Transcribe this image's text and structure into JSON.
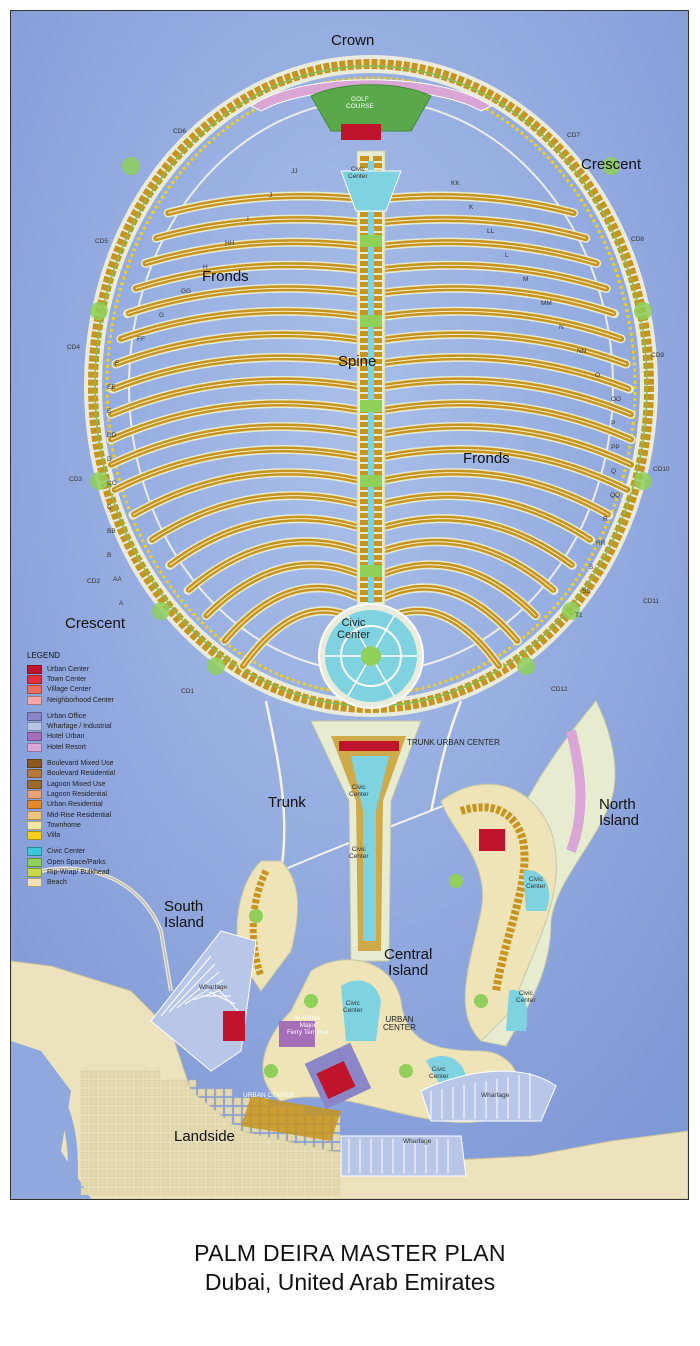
{
  "map": {
    "place_labels": [
      {
        "id": "crown",
        "text": "Crown"
      },
      {
        "id": "crescent-ne",
        "text": "Crescent"
      },
      {
        "id": "fronds-w",
        "text": "Fronds"
      },
      {
        "id": "spine",
        "text": "Spine"
      },
      {
        "id": "fronds-e",
        "text": "Fronds"
      },
      {
        "id": "crescent-sw",
        "text": "Crescent"
      },
      {
        "id": "trunk",
        "text": "Trunk"
      },
      {
        "id": "north-island",
        "text": "North\nIsland"
      },
      {
        "id": "south-island",
        "text": "South\nIsland"
      },
      {
        "id": "central-island",
        "text": "Central\nIsland"
      },
      {
        "id": "landside",
        "text": "Landside"
      }
    ],
    "civic_labels": [
      {
        "id": "civic-main",
        "text": "Civic\nCenter"
      },
      {
        "id": "civic-crown",
        "text": "Civic\nCenter"
      },
      {
        "id": "golf",
        "text": "GOLF\nCOURSE"
      },
      {
        "id": "civic-trunk1",
        "text": "Civic\nCenter"
      },
      {
        "id": "civic-trunk2",
        "text": "Civic\nCenter"
      },
      {
        "id": "civic-north",
        "text": "Civic\nCenter"
      },
      {
        "id": "civic-north2",
        "text": "Civic\nCenter"
      },
      {
        "id": "civic-central",
        "text": "Civic\nCenter"
      },
      {
        "id": "civic-east",
        "text": "Civic\nCenter"
      }
    ],
    "small_labels": [
      {
        "id": "trunk-urban",
        "text": "TRUNK URBAN CENTER"
      },
      {
        "id": "urban-center",
        "text": "URBAN\nCENTER"
      },
      {
        "id": "marina",
        "text": "MARINA\nMajor\nFerry Terminal"
      },
      {
        "id": "urban-center-s",
        "text": "URBAN CENTER"
      },
      {
        "id": "wharfage-w",
        "text": "Wharfage"
      },
      {
        "id": "wharfage-s",
        "text": "Wharfage"
      },
      {
        "id": "wharfage-e",
        "text": "Wharfage"
      }
    ],
    "frond_tags": {
      "left": [
        "JJ",
        "J",
        "I",
        "HH",
        "H",
        "GG",
        "G",
        "FF",
        "F",
        "EE",
        "E",
        "DD",
        "D",
        "CC",
        "C",
        "BB",
        "B",
        "AA",
        "A"
      ],
      "right": [
        "KK",
        "K",
        "LL",
        "L",
        "M",
        "MM",
        "N",
        "NN",
        "O",
        "OO",
        "P",
        "PP",
        "Q",
        "QQ",
        "R",
        "RR",
        "S",
        "SS",
        "T1"
      ],
      "crescent_left": [
        "CD6",
        "CD5",
        "CD4",
        "CD3",
        "CD2",
        "CD1"
      ],
      "crescent_right": [
        "CD7",
        "CD8",
        "CD9",
        "CD10",
        "CD11",
        "CD12"
      ]
    }
  },
  "legend": {
    "title": "LEGEND",
    "groups": [
      [
        {
          "label": "Urban Center",
          "color": "#c0142c"
        },
        {
          "label": "Town Center",
          "color": "#e0303a"
        },
        {
          "label": "Village Center",
          "color": "#ee6e5e"
        },
        {
          "label": "Neighborhood Center",
          "color": "#f3a8a8"
        }
      ],
      [
        {
          "label": "Urban Office",
          "color": "#8a86c8"
        },
        {
          "label": "Wharfage / Industrial",
          "color": "#b8c6e8"
        },
        {
          "label": "Hotel   Urban",
          "color": "#a56fb8"
        },
        {
          "label": "Hotel   Resort",
          "color": "#d9a6d6"
        }
      ],
      [
        {
          "label": "Boulevard Mixed Use",
          "color": "#8a5a1c"
        },
        {
          "label": "Boulevard Residential",
          "color": "#b57a3a"
        },
        {
          "label": "Lagoon Mixed Use",
          "color": "#9c6a2a"
        },
        {
          "label": "Lagoon Residential",
          "color": "#e9a274"
        },
        {
          "label": "Urban Residential",
          "color": "#e38a2c"
        },
        {
          "label": "Mid-Rise Residential",
          "color": "#f1c47c"
        },
        {
          "label": "Townhome",
          "color": "#f6e6a4"
        },
        {
          "label": "Villa",
          "color": "#f3cf1c"
        }
      ],
      [
        {
          "label": "Civic Center",
          "color": "#3cc7d9"
        },
        {
          "label": "Open Space/Parks",
          "color": "#8fcf5a"
        },
        {
          "label": "Rip-Wrap/ Bulkhead",
          "color": "#c6d94a"
        },
        {
          "label": "Beach",
          "color": "#f3e2b4"
        }
      ]
    ]
  },
  "caption": {
    "title": "PALM DEIRA MASTER PLAN",
    "subtitle": "Dubai, United Arab Emirates"
  },
  "colors": {
    "sea": "#8fa8de",
    "land": "#ece3be",
    "lagoon": "#7fd3e0",
    "beach": "#f3e2b4",
    "frond": "#c7941f",
    "villa": "#f3cf1c",
    "park": "#8fcf5a",
    "road": "#f5f3ea",
    "urban": "#c0142c",
    "wharf": "#b8c6e8"
  }
}
